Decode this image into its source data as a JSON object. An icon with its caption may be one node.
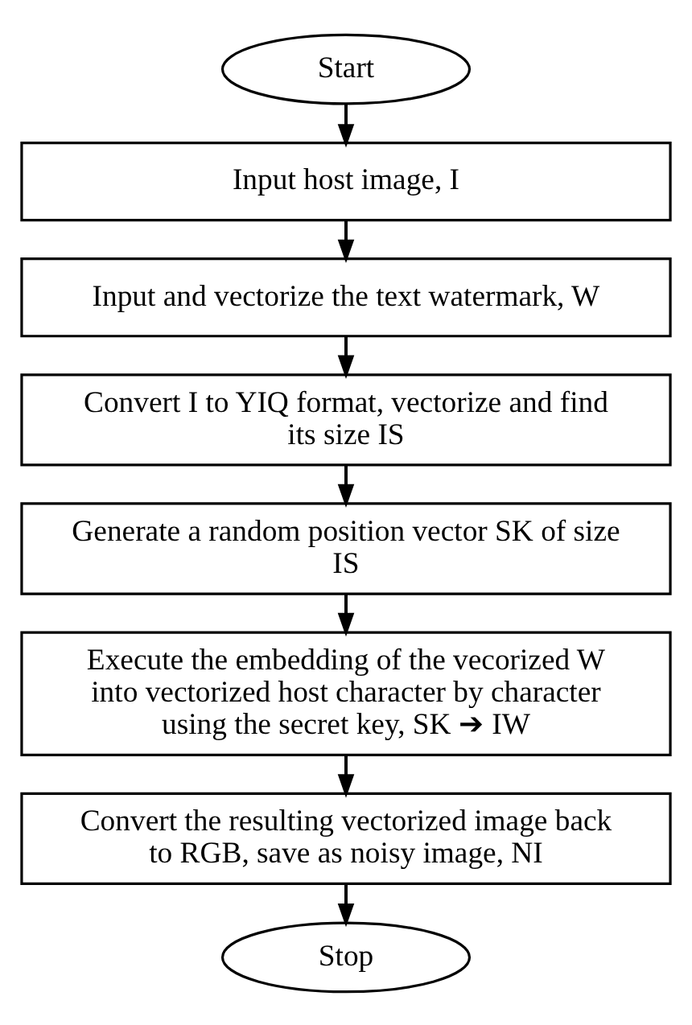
{
  "diagram": {
    "nodes": [
      {
        "text": [
          "Start"
        ]
      },
      {
        "text": [
          "Input host image, I"
        ]
      },
      {
        "text": [
          "Input and vectorize the text watermark, W"
        ]
      },
      {
        "text": [
          "Convert I to YIQ format, vectorize and find its size IS"
        ]
      },
      {
        "text": [
          "Generate a random position vector SK of size IS"
        ]
      },
      {
        "text": [
          "Execute the embedding of the vecorized W into vectorized host character by character using the secret key, SK ➔ IW"
        ]
      },
      {
        "text": [
          "Convert the resulting vectorized image back to RGB, save as noisy image, NI"
        ]
      },
      {
        "text": [
          "Stop"
        ]
      }
    ],
    "edges": [
      {
        "from": 0,
        "to": 1,
        "arrow": "to"
      },
      {
        "from": 1,
        "to": 2,
        "arrow": "to"
      },
      {
        "from": 2,
        "to": 3,
        "arrow": "to"
      },
      {
        "from": 3,
        "to": 4,
        "arrow": "to"
      },
      {
        "from": 4,
        "to": 5,
        "arrow": "to"
      },
      {
        "from": 5,
        "to": 6,
        "arrow": "to"
      },
      {
        "from": 6,
        "to": 7,
        "arrow": "to"
      }
    ]
  }
}
